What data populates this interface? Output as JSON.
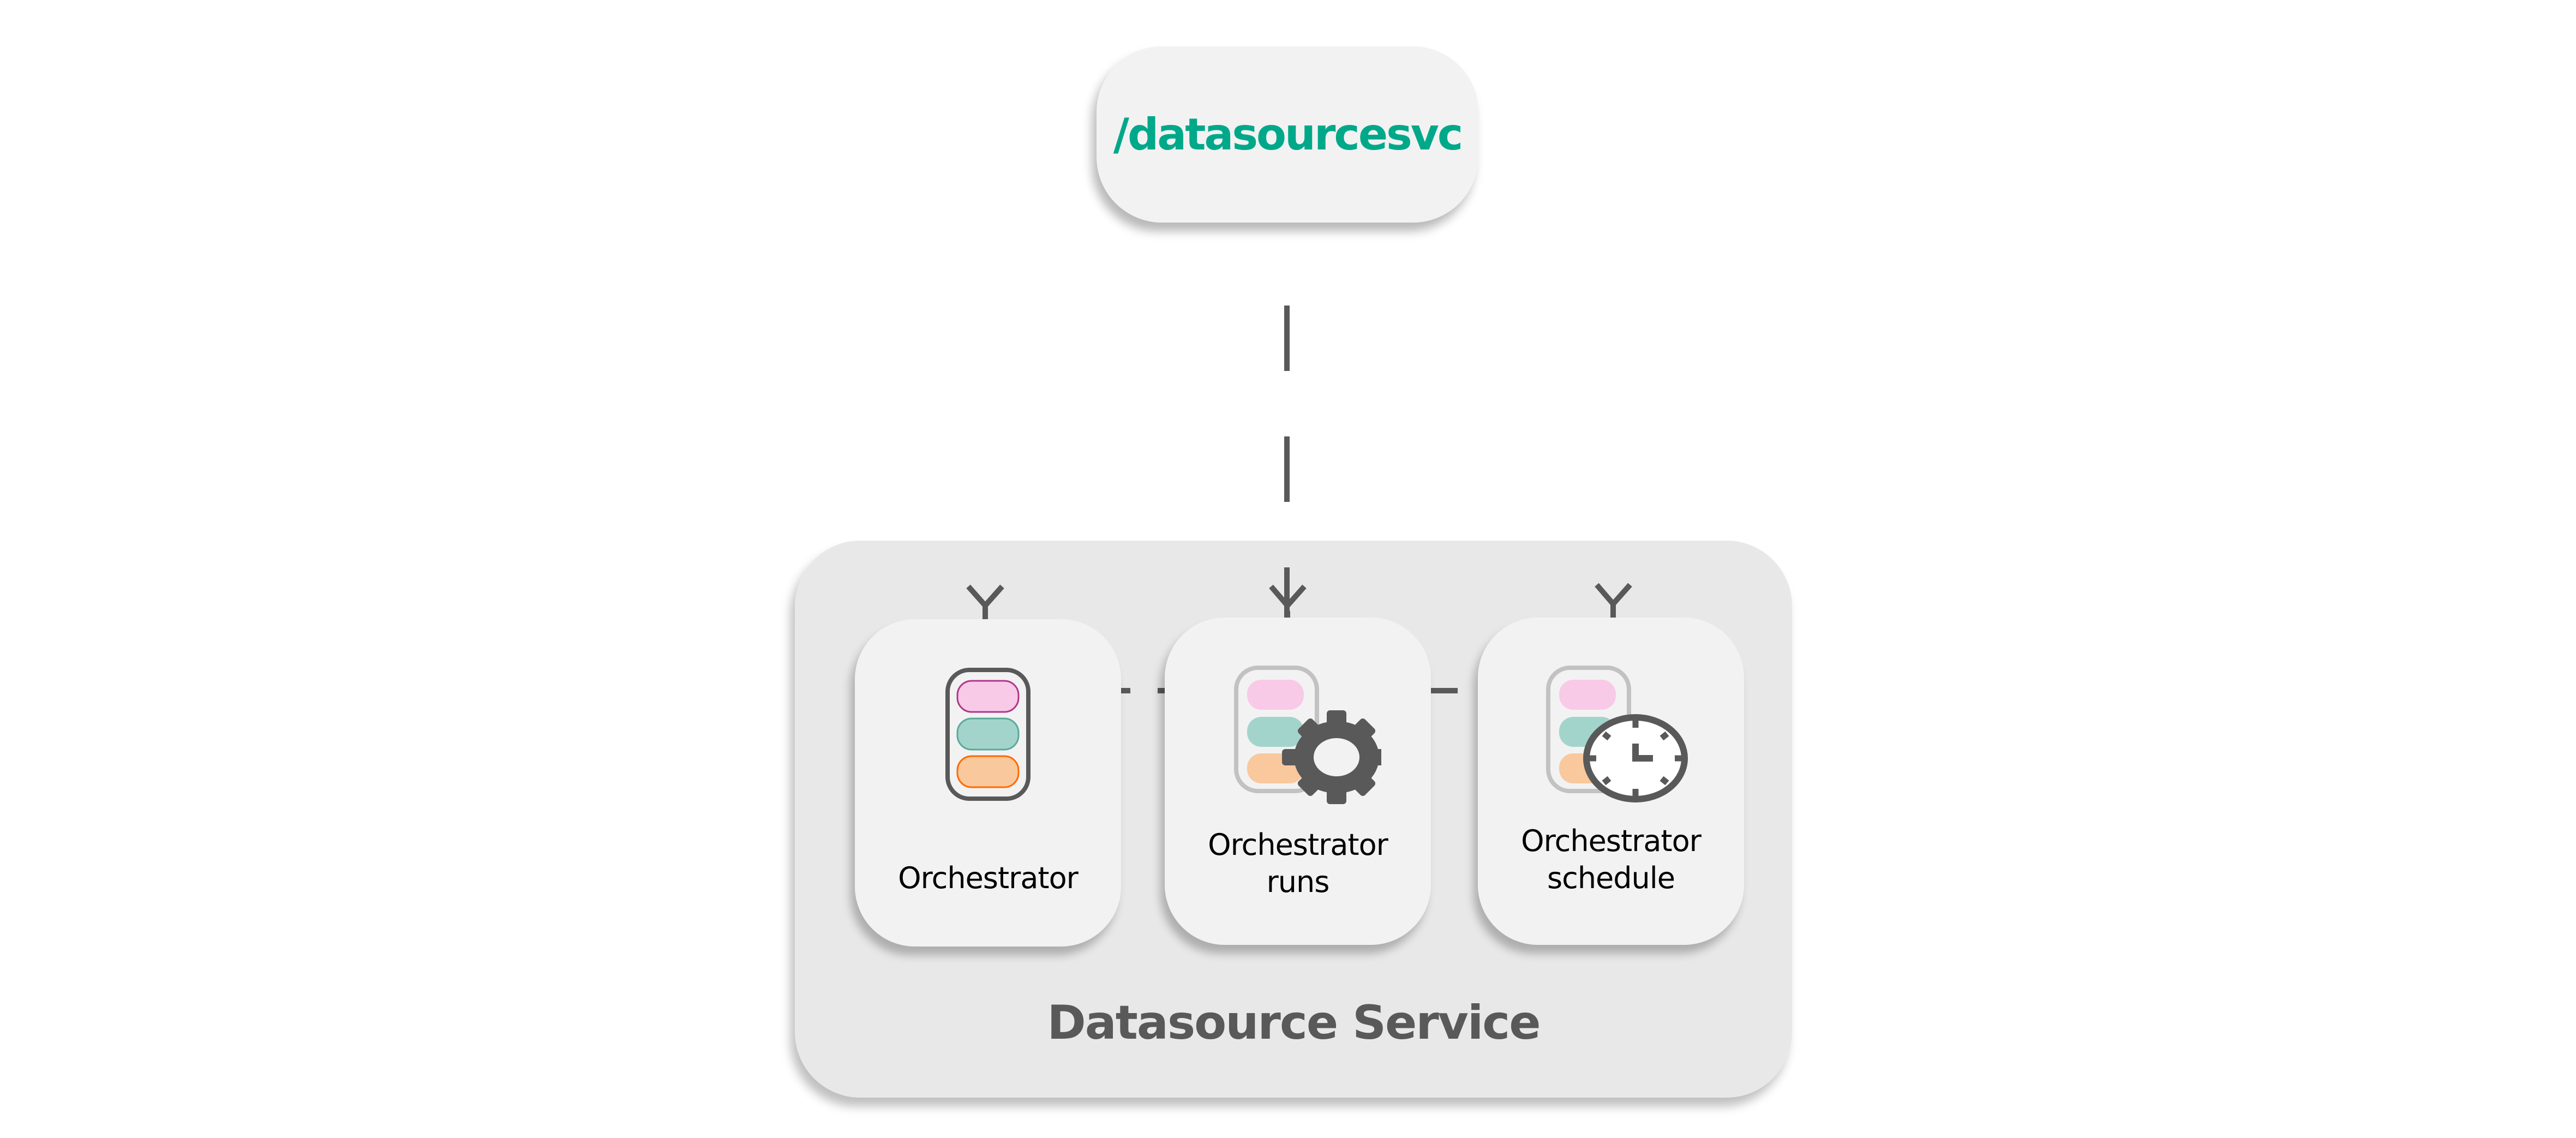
{
  "endpoint": {
    "label": "/datasourcesvc",
    "color": "#00a88a"
  },
  "service": {
    "title": "Datasource Service"
  },
  "components": [
    {
      "label_line1": "Orchestrator",
      "label_line2": "",
      "icon": "orchestrator-stack-icon"
    },
    {
      "label_line1": "Orchestrator",
      "label_line2": "runs",
      "icon": "gear-icon"
    },
    {
      "label_line1": "Orchestrator",
      "label_line2": "schedule",
      "icon": "clock-icon"
    }
  ],
  "colors": {
    "connector": "#595959",
    "stack_pink": "#f8cae7",
    "stack_pink_border": "#b0378b",
    "stack_teal": "#a3d4cb",
    "stack_teal_border": "#5aa99a",
    "stack_orange": "#f9c89c",
    "stack_orange_border": "#ff6a00",
    "icon_dark": "#595959",
    "icon_light_frame": "#c2c2c2"
  }
}
